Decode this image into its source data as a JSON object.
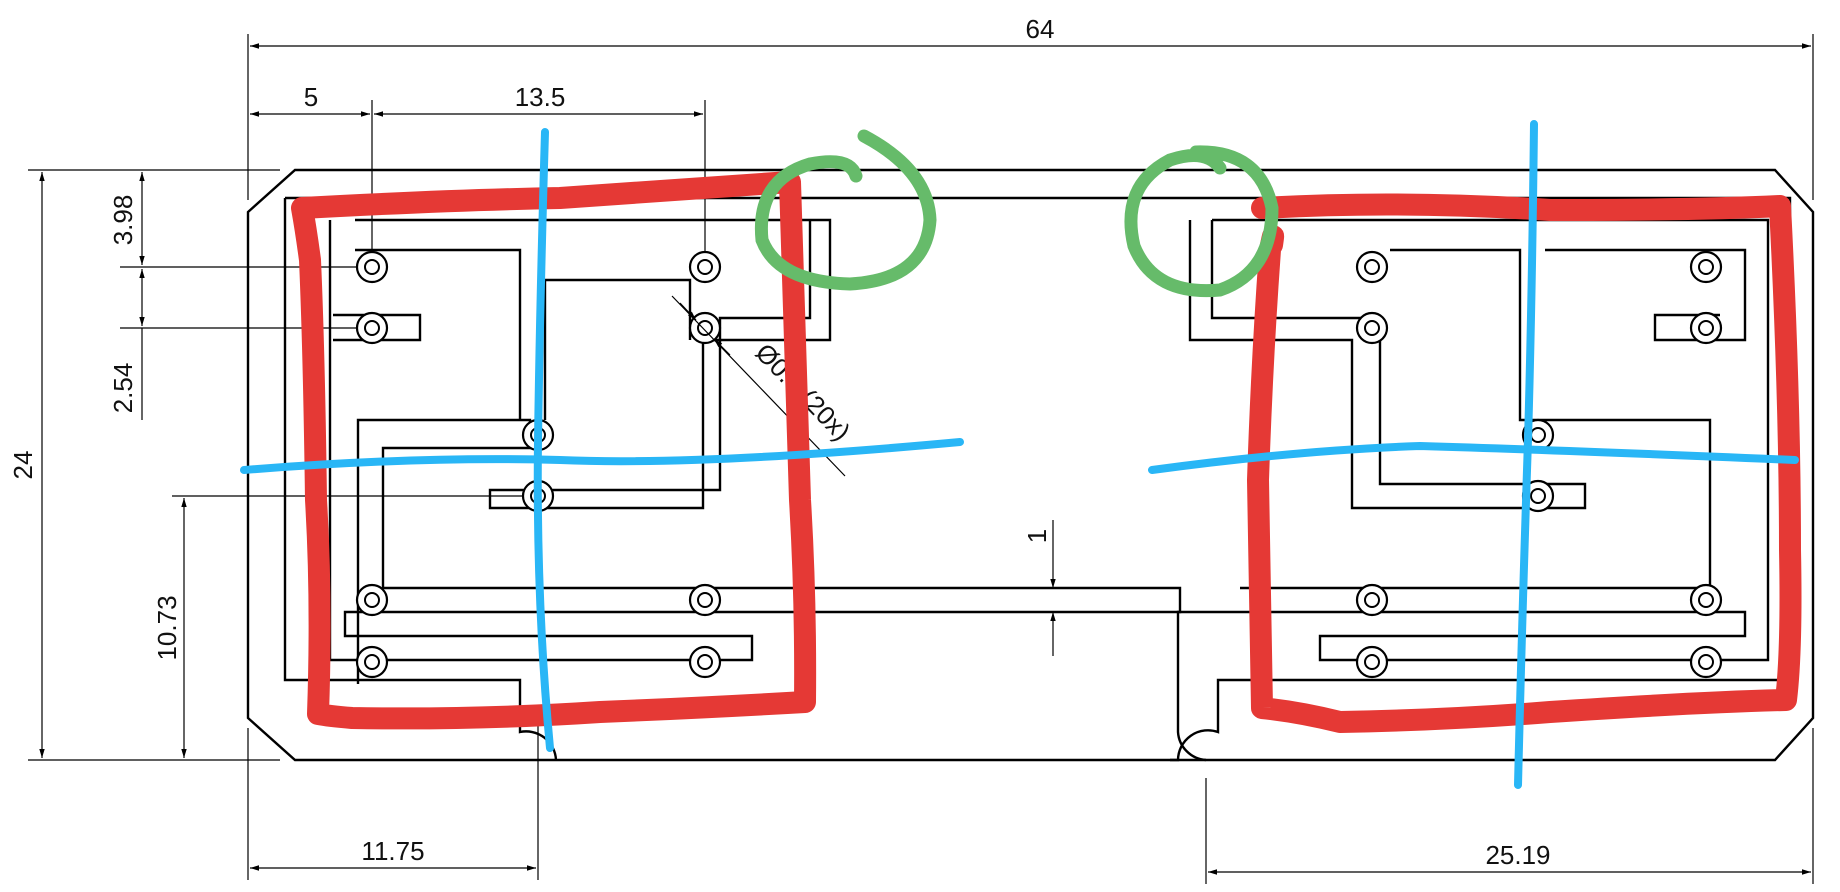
{
  "dimensions": {
    "overall_width": "64",
    "offset_5": "5",
    "span_13_5": "13.5",
    "height_24": "24",
    "offset_3_98": "3.98",
    "pitch_2_54": "2.54",
    "height_10_73": "10.73",
    "bottom_11_75": "11.75",
    "bottom_25_19": "25.19",
    "slot_1": "1",
    "hole_callout": "Ø0.7 (20x)"
  },
  "annotation_colors": {
    "red": "#e53935",
    "blue": "#29b6f6",
    "green": "#66bb6a"
  }
}
